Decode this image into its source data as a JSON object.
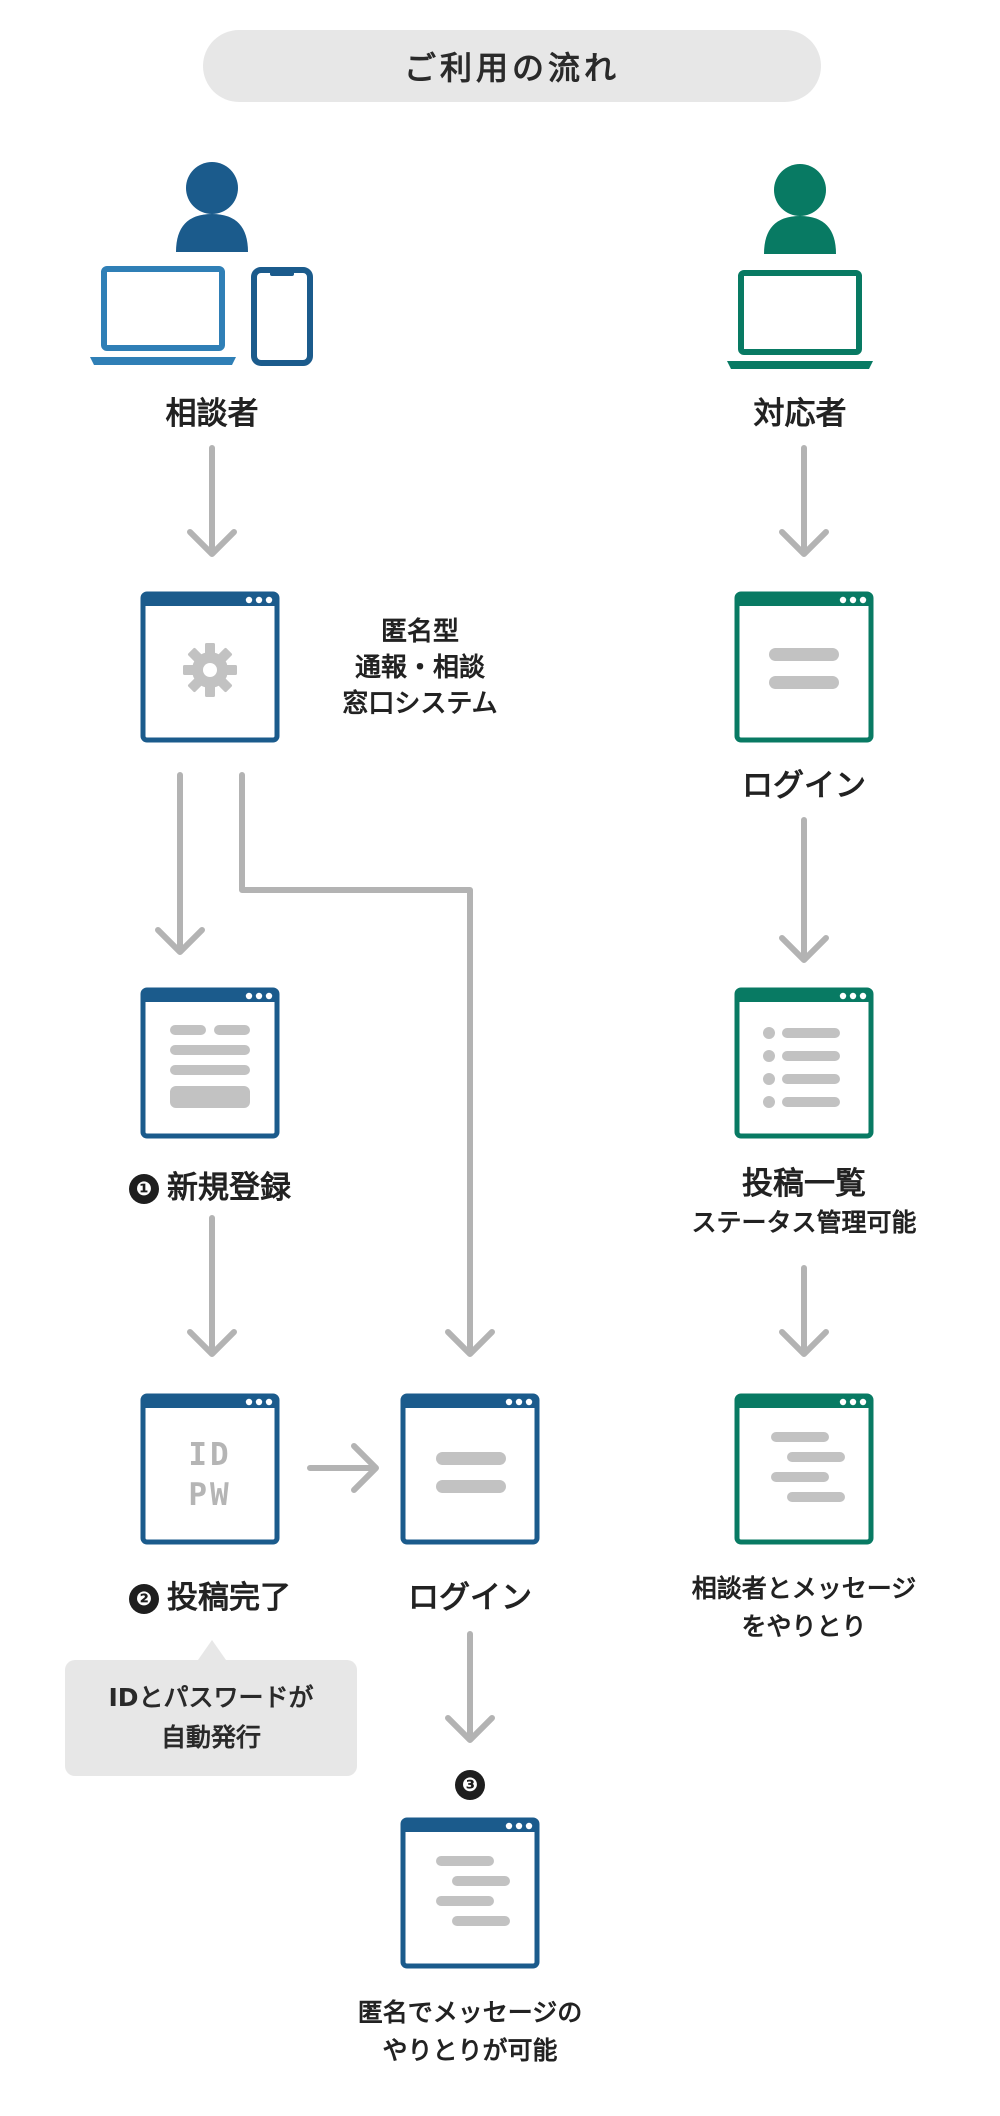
{
  "title": "ご利用の流れ",
  "colors": {
    "consulter": "#1b5b8c",
    "responder": "#087a63",
    "arrow": "#b3b3b3",
    "placeholder": "#c2c2c2"
  },
  "left": {
    "actor": "相談者",
    "system": [
      "匿名型",
      "通報・相談",
      "窓口システム"
    ],
    "step1": {
      "number": "❶",
      "label": "新規登録"
    },
    "step2": {
      "number": "❷",
      "label": "投稿完了"
    },
    "idpw": [
      "ID",
      "PW"
    ],
    "note": [
      "IDとパスワードが",
      "自動発行"
    ],
    "login": "ログイン",
    "step3": {
      "number": "❸"
    },
    "result": [
      "匿名でメッセージの",
      "やりとりが可能"
    ]
  },
  "right": {
    "actor": "対応者",
    "login": "ログイン",
    "list": {
      "label": "投稿一覧",
      "sub": "ステータス管理可能"
    },
    "result": [
      "相談者とメッセージ",
      "をやりとり"
    ]
  },
  "icons": {
    "consulter_person": "person-icon",
    "laptop": "laptop-icon",
    "phone": "smartphone-icon",
    "settings": "gear-icon",
    "form": "form-icon",
    "login_form": "login-form-icon",
    "list": "list-icon",
    "messages": "message-lines-icon"
  }
}
